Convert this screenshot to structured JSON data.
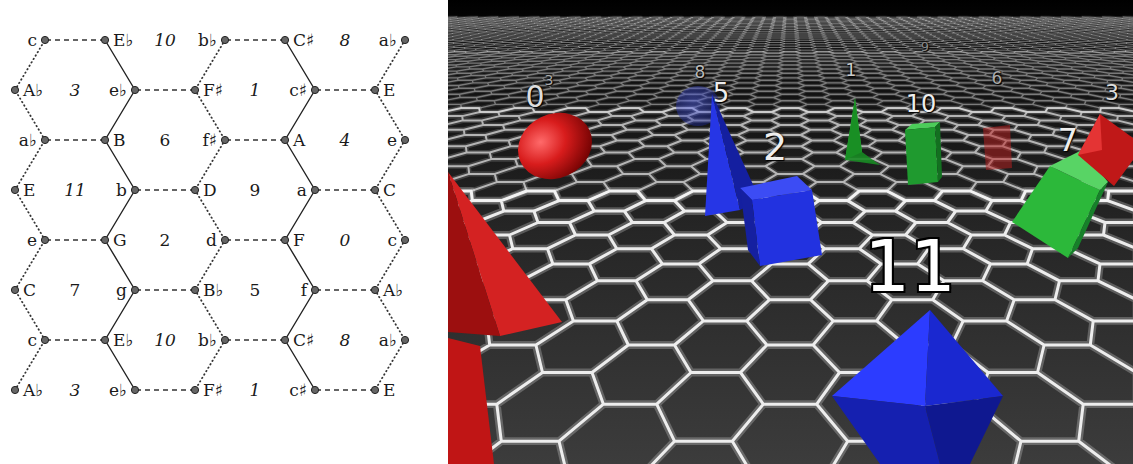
{
  "diagram": {
    "labels": [
      "c",
      "E♭",
      "10",
      "b♭",
      "C♯",
      "8",
      "a♭",
      "A♭",
      "3",
      "e♭",
      "F♯",
      "1",
      "c♯",
      "E",
      "a♭",
      "B",
      "6",
      "f♯",
      "A",
      "4",
      "e",
      "E",
      "11",
      "b",
      "D",
      "9",
      "a",
      "C",
      "e",
      "G",
      "2",
      "d",
      "F",
      "0",
      "c",
      "C",
      "7",
      "g",
      "B♭",
      "5",
      "f",
      "A♭",
      "c",
      "E♭",
      "10",
      "b♭",
      "C♯",
      "8",
      "a♭",
      "A♭",
      "3",
      "e♭",
      "F♯",
      "1",
      "c♯",
      "E",
      "0",
      "3",
      "8",
      "5",
      "2",
      "1",
      "9",
      "10",
      "6",
      "3",
      "7",
      "11"
    ]
  }
}
